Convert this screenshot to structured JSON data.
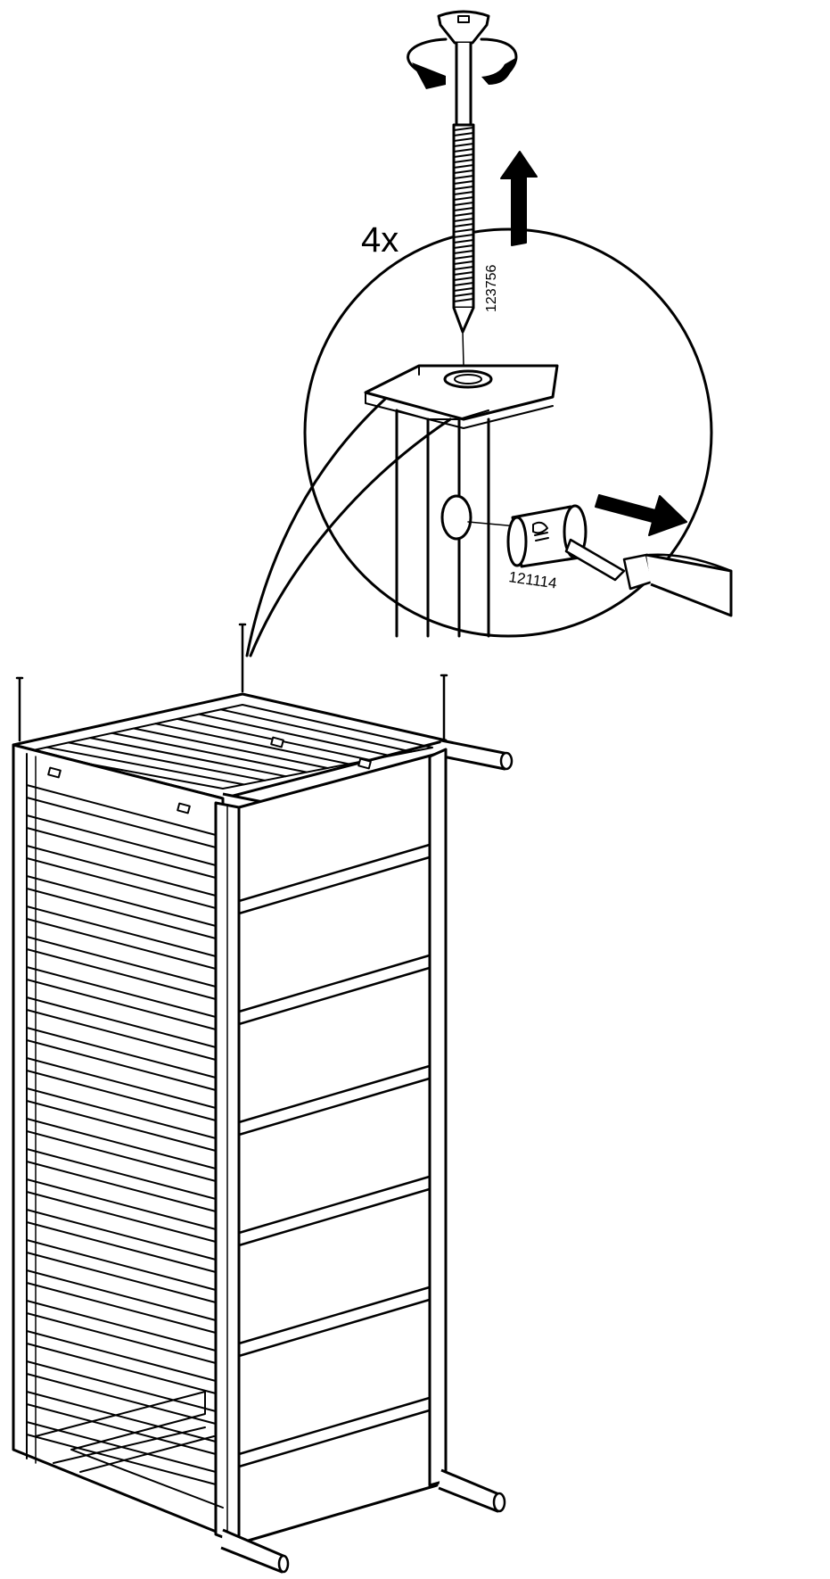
{
  "instruction": {
    "quantity_label": "4x",
    "bolt_part_number": "123756",
    "barrel_nut_part_number": "121114"
  },
  "colors": {
    "ink": "#000000",
    "paper": "#ffffff"
  },
  "icons": [
    "rotation-arrow-icon",
    "up-arrow-icon",
    "right-arrow-icon"
  ]
}
